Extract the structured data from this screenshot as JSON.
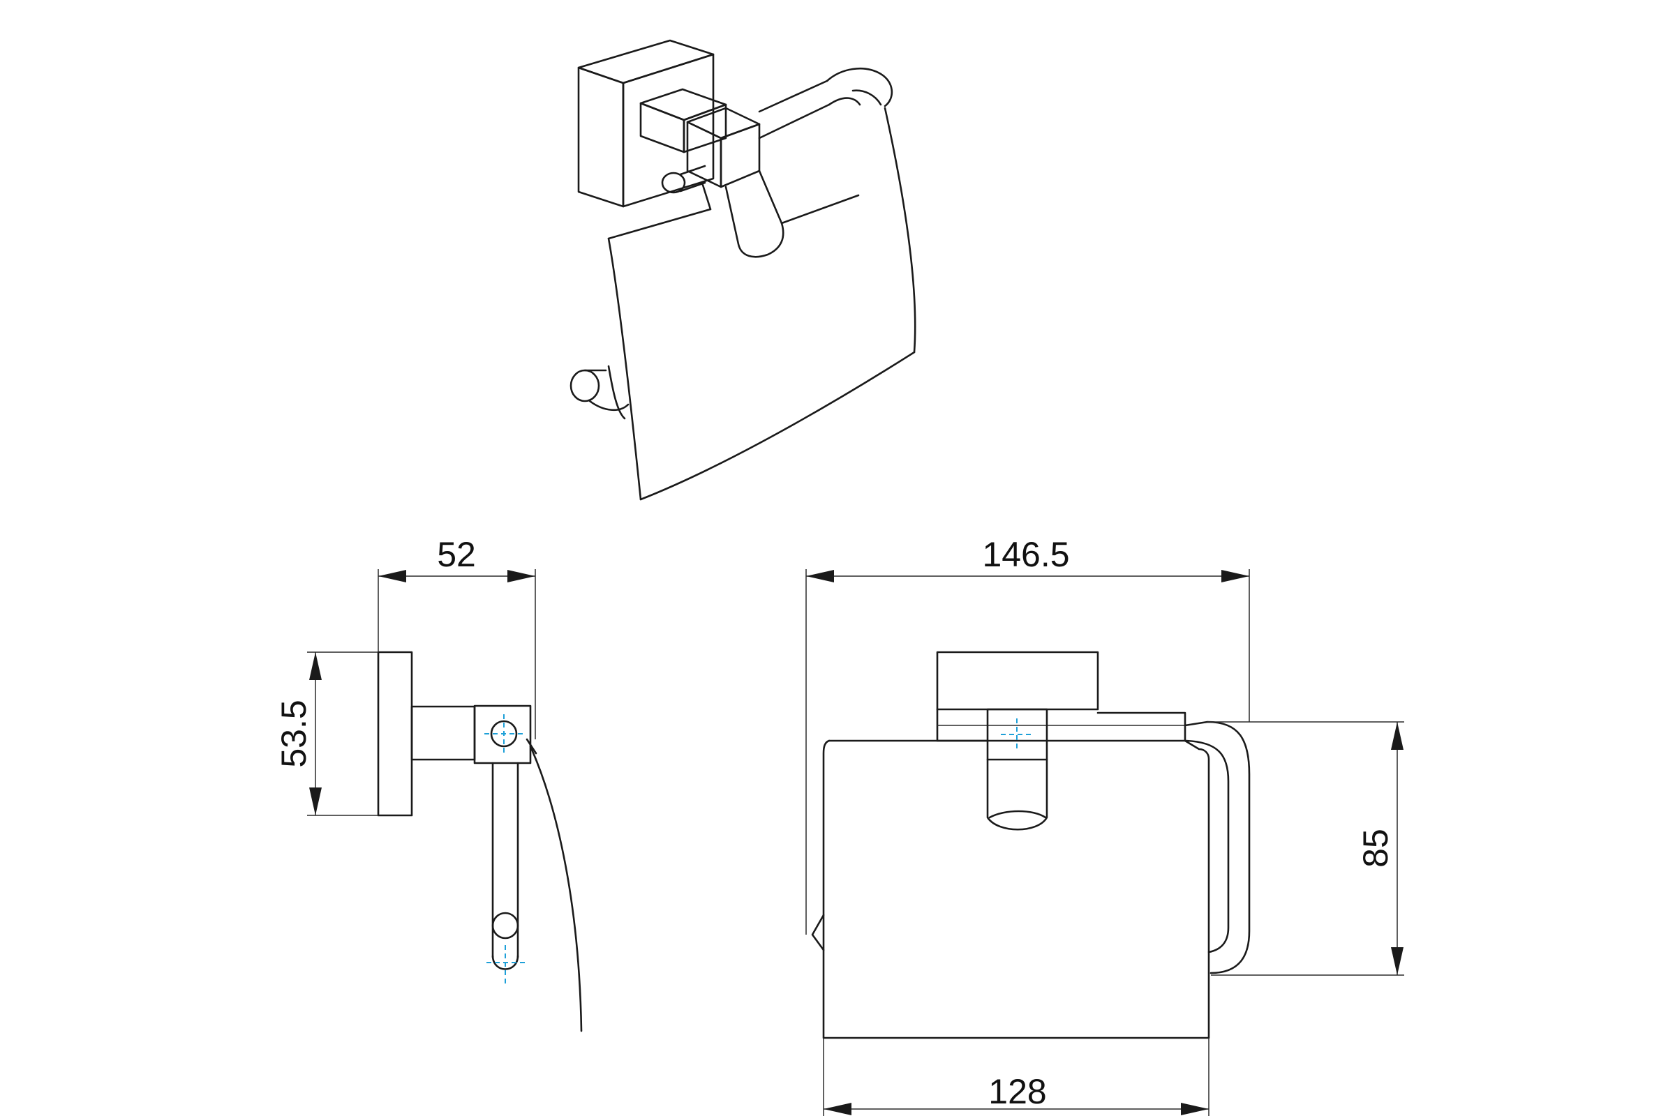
{
  "dimensions": {
    "side_width": "52",
    "side_height": "53.5",
    "front_overall_width": "146.5",
    "front_cover_width": "128",
    "front_depth": "85"
  },
  "colors": {
    "line": "#1a1a1a",
    "center_mark": "#1ea0d8",
    "background": "#ffffff"
  }
}
